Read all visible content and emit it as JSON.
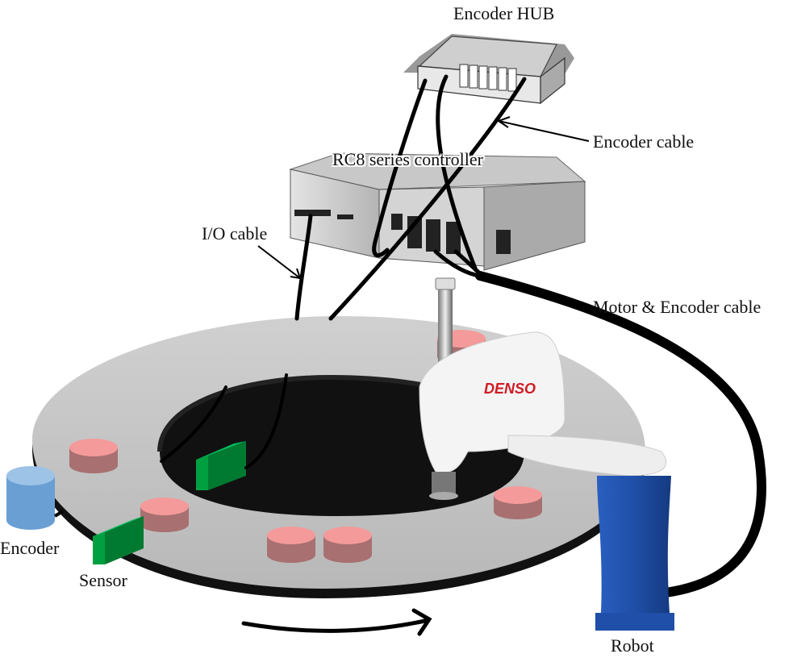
{
  "diagram": {
    "labels": {
      "encoder_hub": "Encoder HUB",
      "encoder_cable": "Encoder cable",
      "controller": "RC8 series controller",
      "io_cable": "I/O cable",
      "motor_encoder_cable": "Motor & Encoder cable",
      "encoder": "Encoder",
      "sensor": "Sensor",
      "robot": "Robot"
    },
    "robot_brand": "DENSO",
    "colors": {
      "turntable": "#c0c0c0",
      "workpiece_top": "#f59a9a",
      "workpiece_side": "#a87070",
      "encoder_top": "#9dc3e6",
      "encoder_body": "#6a9fd4",
      "sensor_front": "#00a040",
      "sensor_top": "#00c060",
      "robot_base": "#1f4fa8",
      "robot_arm": "#f4f4f4",
      "brand_red": "#d01c24",
      "cable": "#000000"
    }
  }
}
